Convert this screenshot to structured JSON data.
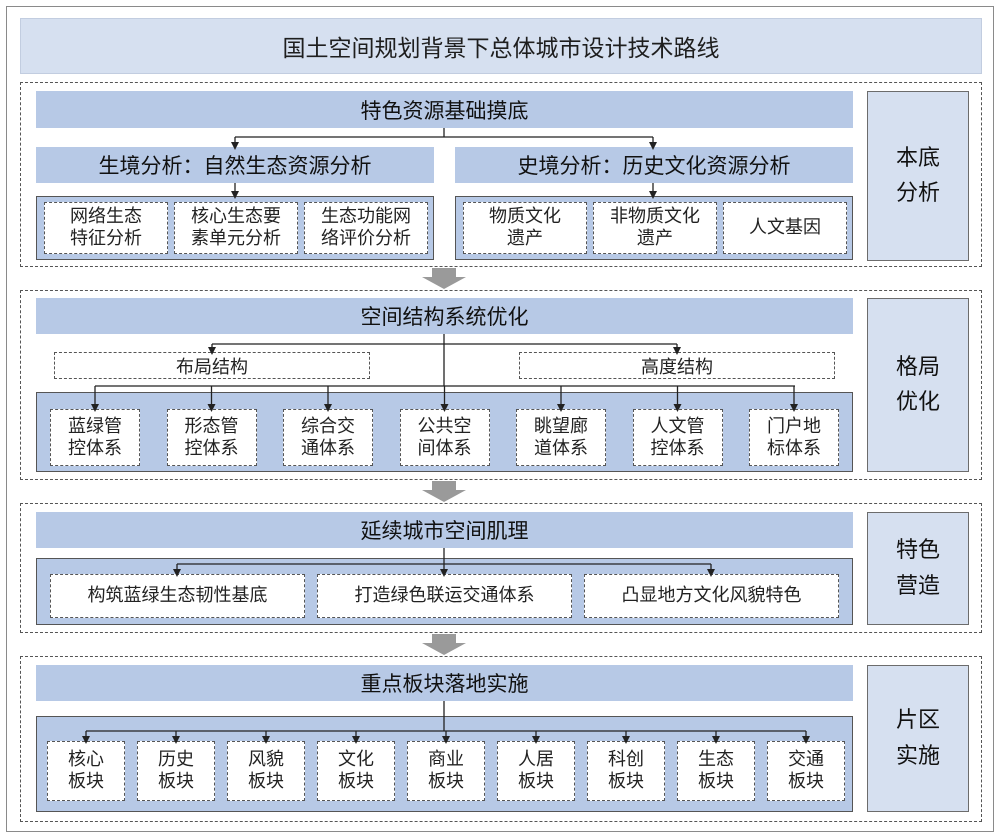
{
  "title": "国土空间规划背景下总体城市设计技术路线",
  "sections": [
    {
      "bar": "特色资源基础摸底",
      "side": "本底\n分析",
      "groups": [
        {
          "header": "生境分析：自然生态资源分析",
          "items": [
            "网络生态\n特征分析",
            "核心生态要\n素单元分析",
            "生态功能网\n络评价分析"
          ]
        },
        {
          "header": "史境分析：历史文化资源分析",
          "items": [
            "物质文化\n遗产",
            "非物质文化\n遗产",
            "人文基因"
          ]
        }
      ]
    },
    {
      "bar": "空间结构系统优化",
      "side": "格局\n优化",
      "sub": [
        "布局结构",
        "高度结构"
      ],
      "items": [
        "蓝绿管\n控体系",
        "形态管\n控体系",
        "综合交\n通体系",
        "公共空\n间体系",
        "眺望廊\n道体系",
        "人文管\n控体系",
        "门户地\n标体系"
      ]
    },
    {
      "bar": "延续城市空间肌理",
      "side": "特色\n营造",
      "items": [
        "构筑蓝绿生态韧性基底",
        "打造绿色联运交通体系",
        "凸显地方文化风貌特色"
      ]
    },
    {
      "bar": "重点板块落地实施",
      "side": "片区\n实施",
      "items": [
        "核心\n板块",
        "历史\n板块",
        "风貌\n板块",
        "文化\n板块",
        "商业\n板块",
        "人居\n板块",
        "科创\n板块",
        "生态\n板块",
        "交通\n板块"
      ]
    }
  ],
  "colors": {
    "bar": "#b7c9e6",
    "side": "#d6e0f0",
    "arrow": "#9a9a9a",
    "line": "#222222"
  }
}
